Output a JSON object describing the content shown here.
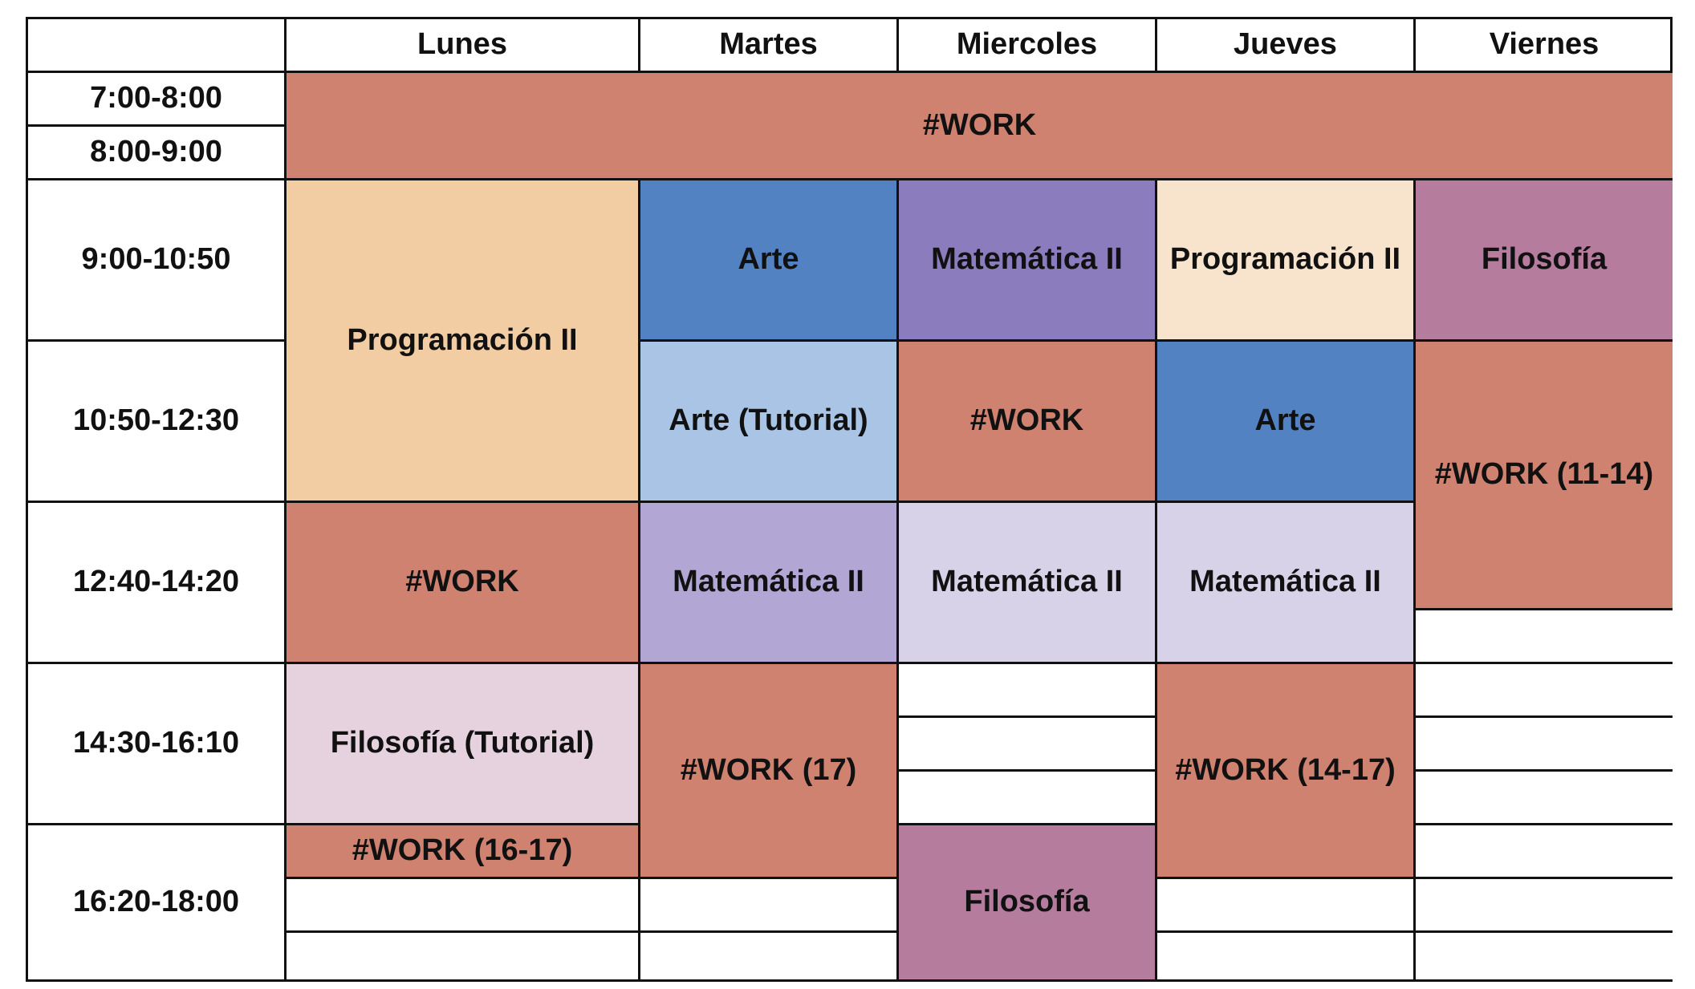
{
  "days": [
    "Lunes",
    "Martes",
    "Miercoles",
    "Jueves",
    "Viernes"
  ],
  "times": [
    "7:00-8:00",
    "8:00-9:00",
    "9:00-10:50",
    "10:50-12:30",
    "12:40-14:20",
    "14:30-16:10",
    "16:20-18:00"
  ],
  "colors": {
    "work": "#d08270",
    "programacion_lunes": "#f2cca2",
    "programacion_jueves": "#f8e3cd",
    "arte": "#5282c1",
    "arte_tutorial": "#a9c4e5",
    "matematica_miercoles_morning": "#8b7dbd",
    "matematica_martes": "#b1a6d4",
    "matematica_light": "#d8d2e8",
    "filosofia": "#b67c9e",
    "filosofia_tutorial": "#e6d2df",
    "empty": "#ffffff"
  },
  "blocks": [
    {
      "label": "#WORK",
      "day": "Lunes"
    },
    {
      "label": "Programación II",
      "day": "Lunes"
    },
    {
      "label": "#WORK",
      "day": "Lunes"
    },
    {
      "label": "Filosofía (Tutorial)",
      "day": "Lunes"
    },
    {
      "label": "#WORK (16-17)",
      "day": "Lunes"
    },
    {
      "label": "Arte",
      "day": "Martes"
    },
    {
      "label": "Arte (Tutorial)",
      "day": "Martes"
    },
    {
      "label": "Matemática II",
      "day": "Martes"
    },
    {
      "label": "#WORK (17)",
      "day": "Martes"
    },
    {
      "label": "Matemática II",
      "day": "Miercoles"
    },
    {
      "label": "#WORK",
      "day": "Miercoles"
    },
    {
      "label": "Matemática II",
      "day": "Miercoles"
    },
    {
      "label": "Filosofía",
      "day": "Miercoles"
    },
    {
      "label": "Programación II",
      "day": "Jueves"
    },
    {
      "label": "Arte",
      "day": "Jueves"
    },
    {
      "label": "Matemática II",
      "day": "Jueves"
    },
    {
      "label": "#WORK (14-17)",
      "day": "Jueves"
    },
    {
      "label": "Filosofía",
      "day": "Viernes"
    },
    {
      "label": "#WORK (11-14)",
      "day": "Viernes"
    }
  ]
}
